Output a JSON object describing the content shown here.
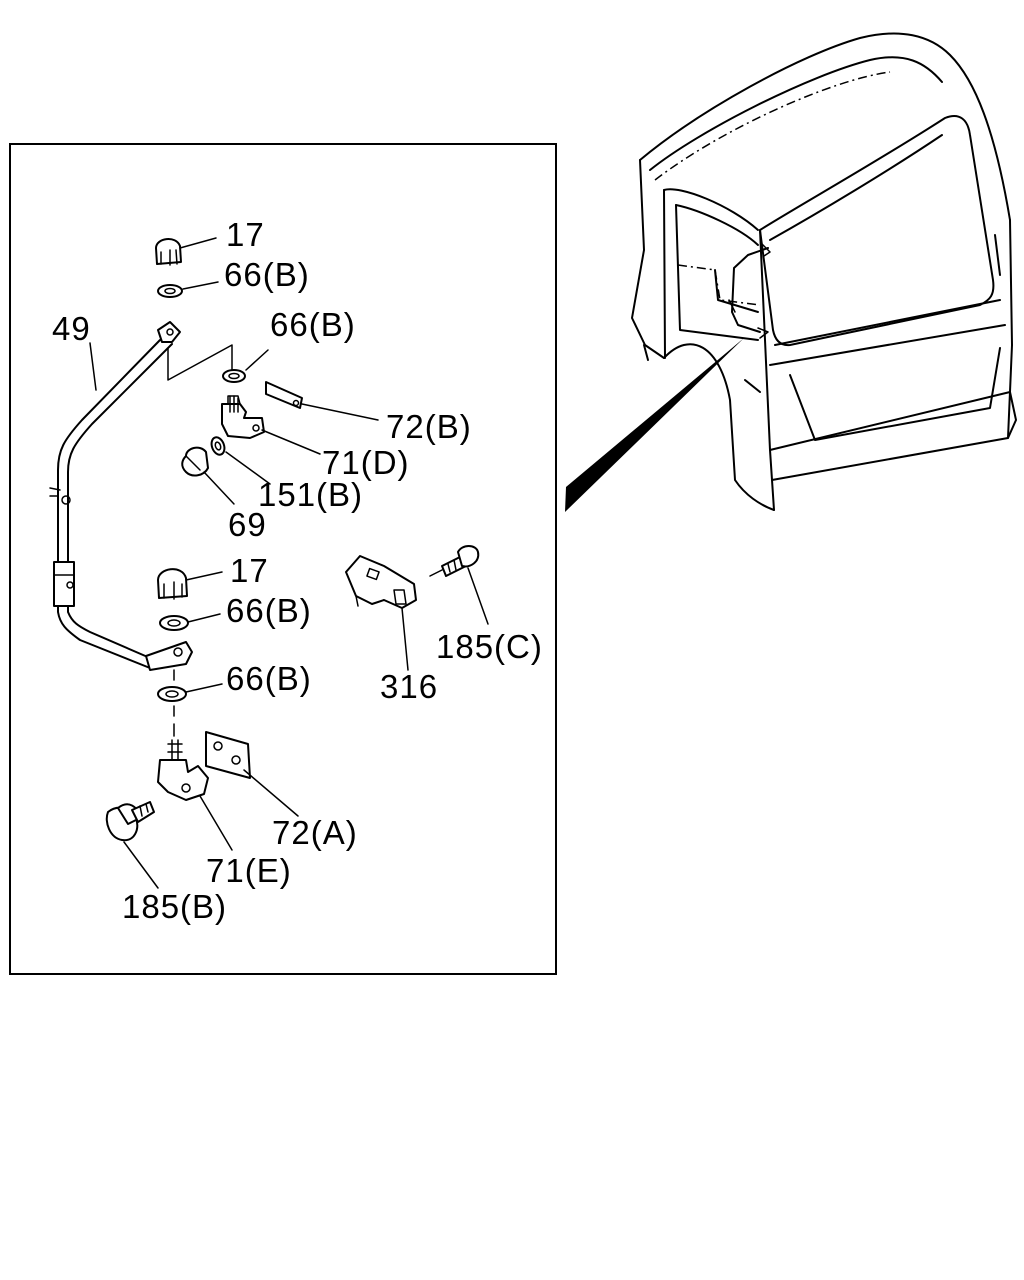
{
  "diagram": {
    "callouts": {
      "nut_17_top": "17",
      "washer_66b_1": "66(B)",
      "washer_66b_2": "66(B)",
      "rod_49": "49",
      "plate_72b": "72(B)",
      "bracket_71d": "71(D)",
      "washer_151b": "151(B)",
      "cap_69": "69",
      "nut_17_bottom": "17",
      "washer_66b_3": "66(B)",
      "washer_66b_4": "66(B)",
      "bolt_185c": "185(C)",
      "bracket_316": "316",
      "plate_72a": "72(A)",
      "bracket_71e": "71(E)",
      "bolt_185b": "185(B)"
    }
  }
}
